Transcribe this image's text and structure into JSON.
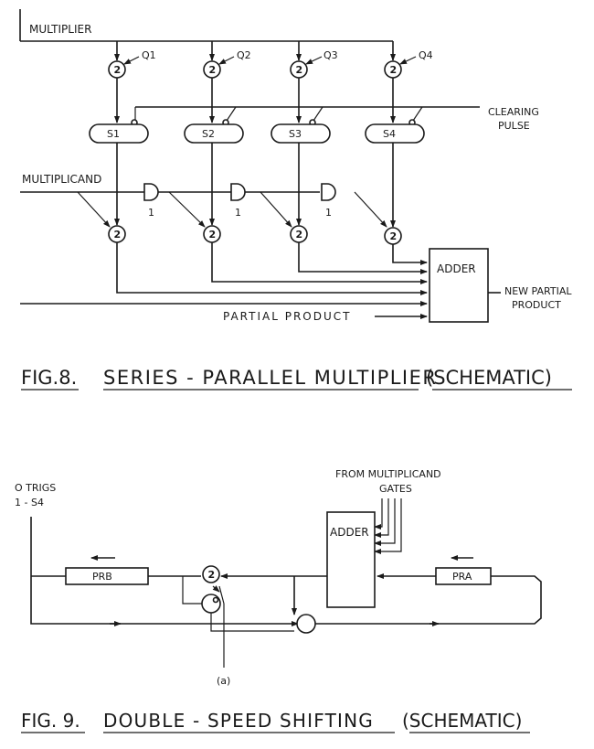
{
  "fig8": {
    "caption_fig": "FIG.8.",
    "caption_title": "SERIES - PARALLEL MULTIPLIER",
    "caption_paren": "(SCHEMATIC)",
    "multiplier_label": "MULTIPLIER",
    "multiplicand_label": "MULTIPLICAND",
    "clearing_pulse_line1": "CLEARING",
    "clearing_pulse_line2": "PULSE",
    "partial_product_label": "PARTIAL PRODUCT",
    "adder_label": "ADDER",
    "new_partial_line1": "NEW PARTIAL",
    "new_partial_line2": "PRODUCT",
    "q_labels": [
      "Q1",
      "Q2",
      "Q3",
      "Q4"
    ],
    "stores": [
      "S1",
      "S2",
      "S3",
      "S4"
    ],
    "gate_value": "2",
    "delay_value": "1"
  },
  "fig9": {
    "caption_fig": "FIG. 9.",
    "caption_title": "DOUBLE - SPEED SHIFTING",
    "caption_paren": "(SCHEMATIC)",
    "to_trigs_line1": "O TRIGS",
    "to_trigs_line2": "1 - S4",
    "from_line1": "FROM MULTIPLICAND",
    "from_line2": "GATES",
    "adder_label": "ADDER",
    "prb_label": "PRB",
    "pra_label": "PRA",
    "gate_value": "2",
    "input_a": "(a)"
  }
}
